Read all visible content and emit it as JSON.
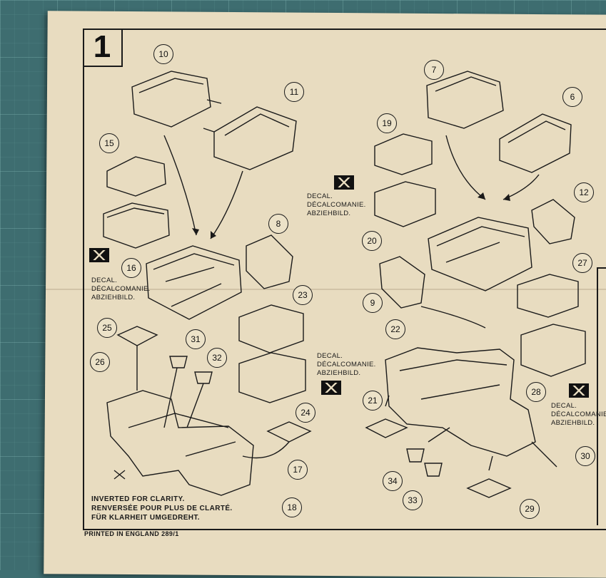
{
  "step": {
    "number": "1"
  },
  "callouts": [
    {
      "id": "c10",
      "label": "10"
    },
    {
      "id": "c11",
      "label": "11"
    },
    {
      "id": "c15",
      "label": "15"
    },
    {
      "id": "c16",
      "label": "16"
    },
    {
      "id": "c8",
      "label": "8"
    },
    {
      "id": "c23",
      "label": "23"
    },
    {
      "id": "c24",
      "label": "24"
    },
    {
      "id": "c25",
      "label": "25"
    },
    {
      "id": "c26",
      "label": "26"
    },
    {
      "id": "c31",
      "label": "31"
    },
    {
      "id": "c32",
      "label": "32"
    },
    {
      "id": "c17",
      "label": "17"
    },
    {
      "id": "c18",
      "label": "18"
    },
    {
      "id": "c7",
      "label": "7"
    },
    {
      "id": "c6",
      "label": "6"
    },
    {
      "id": "c19",
      "label": "19"
    },
    {
      "id": "c20",
      "label": "20"
    },
    {
      "id": "c12",
      "label": "12"
    },
    {
      "id": "c9",
      "label": "9"
    },
    {
      "id": "c27",
      "label": "27"
    },
    {
      "id": "c22",
      "label": "22"
    },
    {
      "id": "c21",
      "label": "21"
    },
    {
      "id": "c28",
      "label": "28"
    },
    {
      "id": "c34",
      "label": "34"
    },
    {
      "id": "c33",
      "label": "33"
    },
    {
      "id": "c29",
      "label": "29"
    },
    {
      "id": "c30",
      "label": "30"
    }
  ],
  "decal": {
    "line1": "DECAL.",
    "line2": "DÉCALCOMANIE.",
    "line3": "ABZIEHBILD."
  },
  "note": {
    "line1": "INVERTED FOR CLARITY.",
    "line2": "RENVERSÉE POUR PLUS DE CLARTÉ.",
    "line3": "FÜR KLARHEIT UMGEDREHT."
  },
  "footer": {
    "printed": "PRINTED IN ENGLAND  289/1"
  },
  "colors": {
    "paper": "#e8dcc0",
    "ink": "#1a1a1a",
    "mat": "#3e6d70"
  }
}
